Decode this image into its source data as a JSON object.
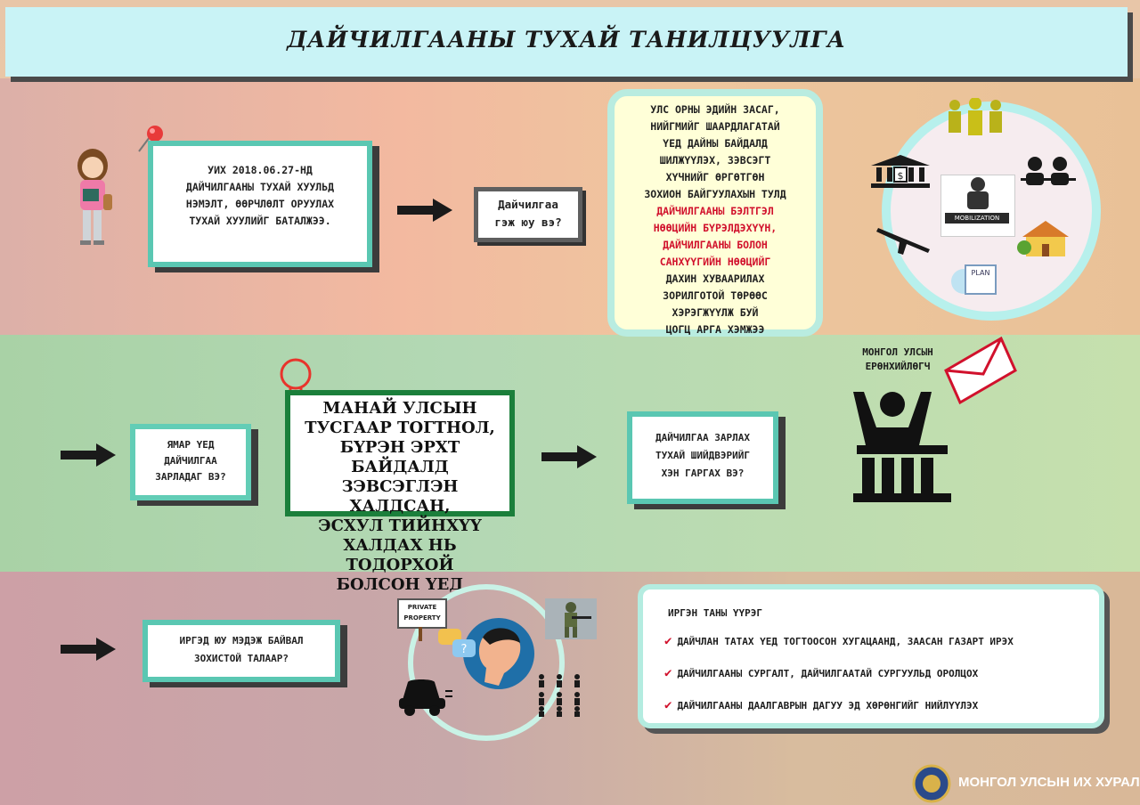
{
  "title": "ДАЙЧИЛГААНЫ ТУХАЙ ТАНИЛЦУУЛГА",
  "section1": {
    "law_note": "УИХ 2018.06.27-НД ДАЙЧИЛГААНЫ ТУХАЙ ХУУЛЬД НЭМЭЛТ, ӨӨРЧЛӨЛТ ОРУУЛАХ ТУХАЙ ХУУЛИЙГ БАТАЛЖЭЭ.",
    "question_line1": "Дайчилгаа",
    "question_line2": "гэж юу вэ?",
    "definition_lines_a": [
      "УЛС ОРНЫ ЭДИЙН ЗАСАГ,",
      "НИЙГМИЙГ ШААРДЛАГАТАЙ",
      "ҮЕД ДАЙНЫ БАЙДАЛД",
      "ШИЛЖҮҮЛЭХ, ЗЭВСЭГТ",
      "ХҮЧНИЙГ ӨРГӨТГӨН",
      "ЗОХИОН БАЙГУУЛАХЫН ТУЛД"
    ],
    "definition_lines_red": [
      "ДАЙЧИЛГААНЫ БЭЛТГЭЛ",
      "НӨӨЦИЙН БҮРЭЛДЭХҮҮН,",
      "ДАЙЧИЛГААНЫ БОЛОН",
      "САНХҮҮГИЙН НӨӨЦИЙГ"
    ],
    "definition_lines_b": [
      "ДАХИН ХУВААРИЛАХ",
      "ЗОРИЛГОТОЙ ТӨРӨӨС",
      "ХЭРЭГЖҮҮЛЖ БУЙ",
      "ЦОГЦ АРГА ХЭМЖЭЭ"
    ],
    "mobilization_label": "MOBILIZATION",
    "plan_label": "PLAN"
  },
  "section2": {
    "when_question": "ЯМАР ҮЕД ДАЙЧИЛГАА ЗАРЛАДАГ ВЭ?",
    "condition_lines": [
      "МАНАЙ УЛСЫН",
      "ТУСГААР ТОГТНОЛ,",
      "БҮРЭН ЭРХТ БАЙДАЛД",
      "ЗЭВСЭГЛЭН ХАЛДСАН,",
      "ЭСХУЛ ТИЙНХҮҮ",
      "ХАЛДАХ НЬ ТОДОРХОЙ",
      "БОЛСОН ҮЕД"
    ],
    "decision_question": "ДАЙЧИЛГАА ЗАРЛАХ ТУХАЙ ШИЙДВЭРИЙГ ХЭН ГАРГАХ ВЭ?",
    "president_line1": "МОНГОЛ УЛСЫН",
    "president_line2": "ЕРӨНХИЙЛӨГЧ"
  },
  "section3": {
    "citizen_question": "ИРГЭД ЮУ МЭДЭЖ БАЙВАЛ ЗОХИСТОЙ ТАЛААР?",
    "private_property": "PRIVATE PROPERTY",
    "duties_title": "ИРГЭН ТАНЫ ҮҮРЭГ",
    "duties": [
      "ДАЙЧЛАН ТАТАХ ҮЕД ТОГТООСОН ХУГАЦААНД, ЗААСАН ГАЗАРТ ИРЭХ",
      "ДАЙЧИЛГААНЫ СУРГАЛТ, ДАЙЧИЛГААТАЙ СУРГУУЛЬД ОРОЛЦОХ",
      "ДАЙЧИЛГААНЫ ДААЛГАВРЫН ДАГУУ ЭД ХӨРӨНГИЙГ НИЙЛҮҮЛЭХ"
    ]
  },
  "footer": "МОНГОЛ УЛСЫН ИХ ХУРАЛ",
  "colors": {
    "accent_teal": "#5ac7b2",
    "title_bg": "#c9f3f6",
    "red_text": "#d1112c",
    "green_border": "#1b7f3b"
  }
}
